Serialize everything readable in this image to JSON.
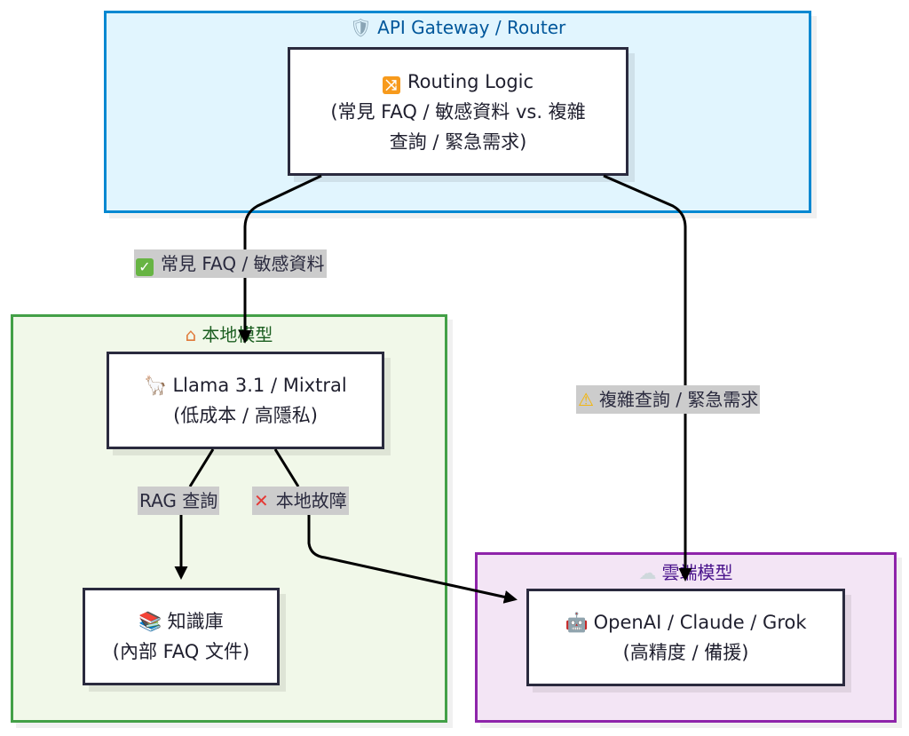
{
  "clusters": {
    "gateway": {
      "icon": "shield-icon",
      "icon_glyph": "🛡",
      "title": "API Gateway / Router",
      "border": "#0288d1",
      "fill": "#e1f5fe"
    },
    "local": {
      "icon": "house-icon",
      "icon_glyph": "⌂",
      "title": "本地模型",
      "border": "#43a047",
      "fill": "#f1f8e9"
    },
    "cloud": {
      "icon": "cloud-icon",
      "icon_glyph": "☁",
      "title": "雲端模型",
      "border": "#8e24aa",
      "fill": "#f3e5f5"
    }
  },
  "nodes": {
    "routing": {
      "icon": "shuffle-icon",
      "icon_glyph": "⤨",
      "line1": "Routing Logic",
      "line2": "(常見 FAQ / 敏感資料 vs. 複雜",
      "line3": "查詢 / 緊急需求)"
    },
    "llama": {
      "icon": "llama-icon",
      "icon_glyph": "🦙",
      "line1": "Llama 3.1 / Mixtral",
      "line2": "(低成本 / 高隱私)"
    },
    "kb": {
      "icon": "books-icon",
      "icon_glyph": "📚",
      "line1": "知識庫",
      "line2": "(內部 FAQ 文件)"
    },
    "cloud": {
      "icon": "robot-icon",
      "icon_glyph": "🤖",
      "line1": "OpenAI / Claude / Grok",
      "line2": "(高精度 / 備援)"
    }
  },
  "edges": {
    "faq": {
      "from": "routing",
      "to": "llama",
      "icon": "check-icon",
      "icon_glyph": "✓",
      "label": "常見 FAQ / 敏感資料"
    },
    "complex": {
      "from": "routing",
      "to": "cloud",
      "icon": "warning-icon",
      "icon_glyph": "⚠",
      "label": "複雜查詢 / 緊急需求"
    },
    "rag": {
      "from": "llama",
      "to": "kb",
      "label": "RAG 查詢"
    },
    "fail": {
      "from": "llama",
      "to": "cloud",
      "icon": "cross-icon",
      "icon_glyph": "✕",
      "label": "本地故障"
    }
  }
}
